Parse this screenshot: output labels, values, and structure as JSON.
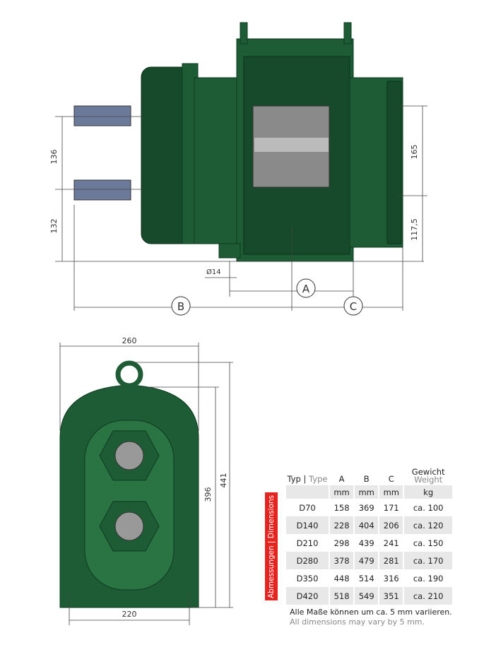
{
  "drawing_top": {
    "dim_136": "136",
    "dim_132": "132",
    "dim_165": "165",
    "dim_117": "117,5",
    "dim_bore": "Ø14",
    "label_a": "A",
    "label_b": "B",
    "label_c": "C"
  },
  "drawing_front": {
    "dim_260": "260",
    "dim_396": "396",
    "dim_441": "441",
    "dim_220": "220"
  },
  "side_label": "Abmessungen | Dimensions",
  "table": {
    "header": {
      "typ": "Typ",
      "type": "Type",
      "a": "A",
      "b": "B",
      "c": "C",
      "gewicht": "Gewicht",
      "weight": "Weight"
    },
    "units": {
      "a": "mm",
      "b": "mm",
      "c": "mm",
      "w": "kg"
    },
    "rows": [
      {
        "typ": "D70",
        "a": "158",
        "b": "369",
        "c": "171",
        "w": "ca. 100"
      },
      {
        "typ": "D140",
        "a": "228",
        "b": "404",
        "c": "206",
        "w": "ca. 120"
      },
      {
        "typ": "D210",
        "a": "298",
        "b": "439",
        "c": "241",
        "w": "ca. 150"
      },
      {
        "typ": "D280",
        "a": "378",
        "b": "479",
        "c": "281",
        "w": "ca. 170"
      },
      {
        "typ": "D350",
        "a": "448",
        "b": "514",
        "c": "316",
        "w": "ca. 190"
      },
      {
        "typ": "D420",
        "a": "518",
        "b": "549",
        "c": "351",
        "w": "ca. 210"
      }
    ]
  },
  "note_de": "Alle Maße können um ca. 5 mm variieren.",
  "note_en": "All dimensions may vary by 5 mm."
}
